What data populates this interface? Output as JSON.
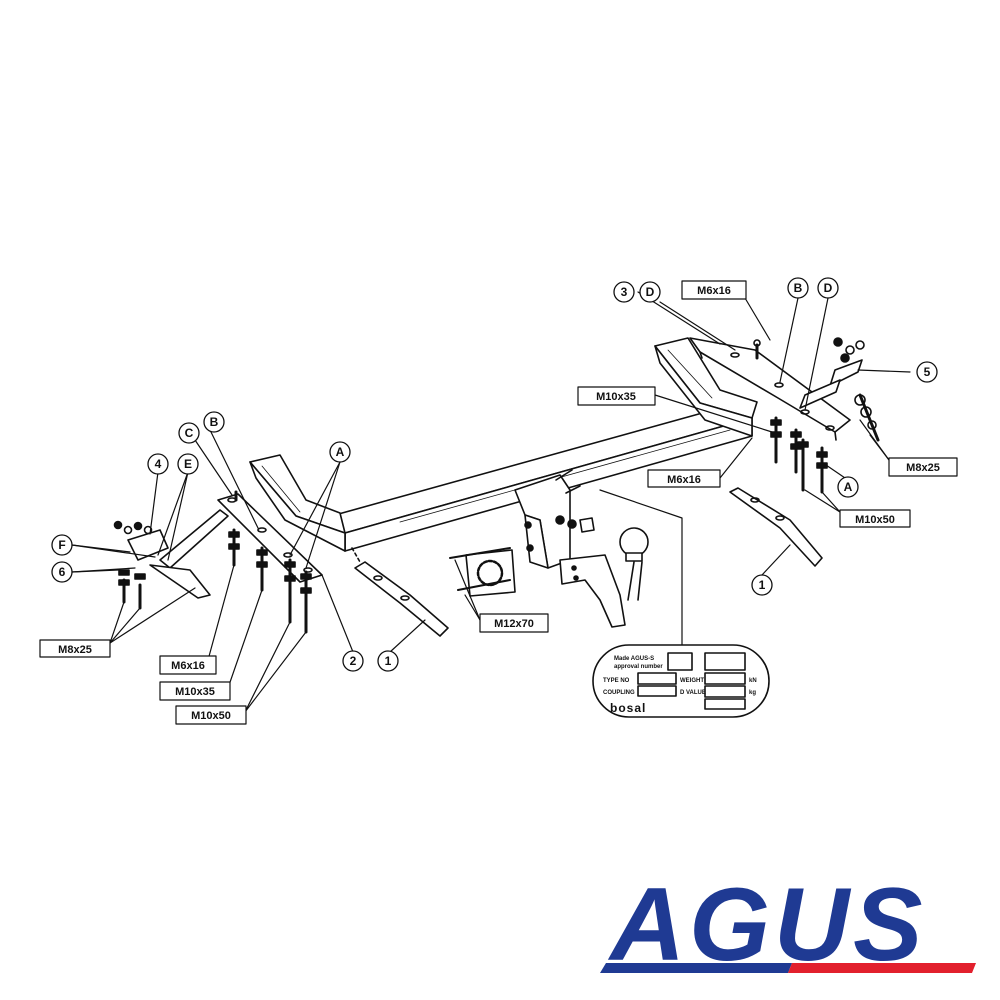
{
  "diagram": {
    "bolt_labels": {
      "m6x16_top": "M6x16",
      "m10x35_right": "M10x35",
      "m6x16_right": "M6x16",
      "m10x50_right": "M10x50",
      "m8x25_right": "M8x25",
      "m12x70": "M12x70",
      "m8x25_left": "M8x25",
      "m6x16_left": "M6x16",
      "m10x35_left": "M10x35",
      "m10x50_left": "M10x50"
    },
    "callouts": {
      "right_3": "3",
      "right_D1": "D",
      "right_B": "B",
      "right_D2": "D",
      "right_5": "5",
      "right_A": "A",
      "right_1": "1",
      "left_B": "B",
      "left_C": "C",
      "left_A": "A",
      "left_4": "4",
      "left_E": "E",
      "left_F": "F",
      "left_6": "6",
      "left_2": "2",
      "left_1": "1"
    },
    "plate": {
      "line1": "Made  AGUS-S",
      "line2": "approval number",
      "type_no": "TYPE NO",
      "coupling": "COUPLING",
      "weight": "WEIGHT",
      "d_value": "D VALUE",
      "unit_kn": "kN",
      "unit_kg": "kg",
      "brand": "bosal"
    }
  },
  "logo": {
    "text": "AGUS",
    "blue": "#1f3a93",
    "red": "#e2202d"
  }
}
